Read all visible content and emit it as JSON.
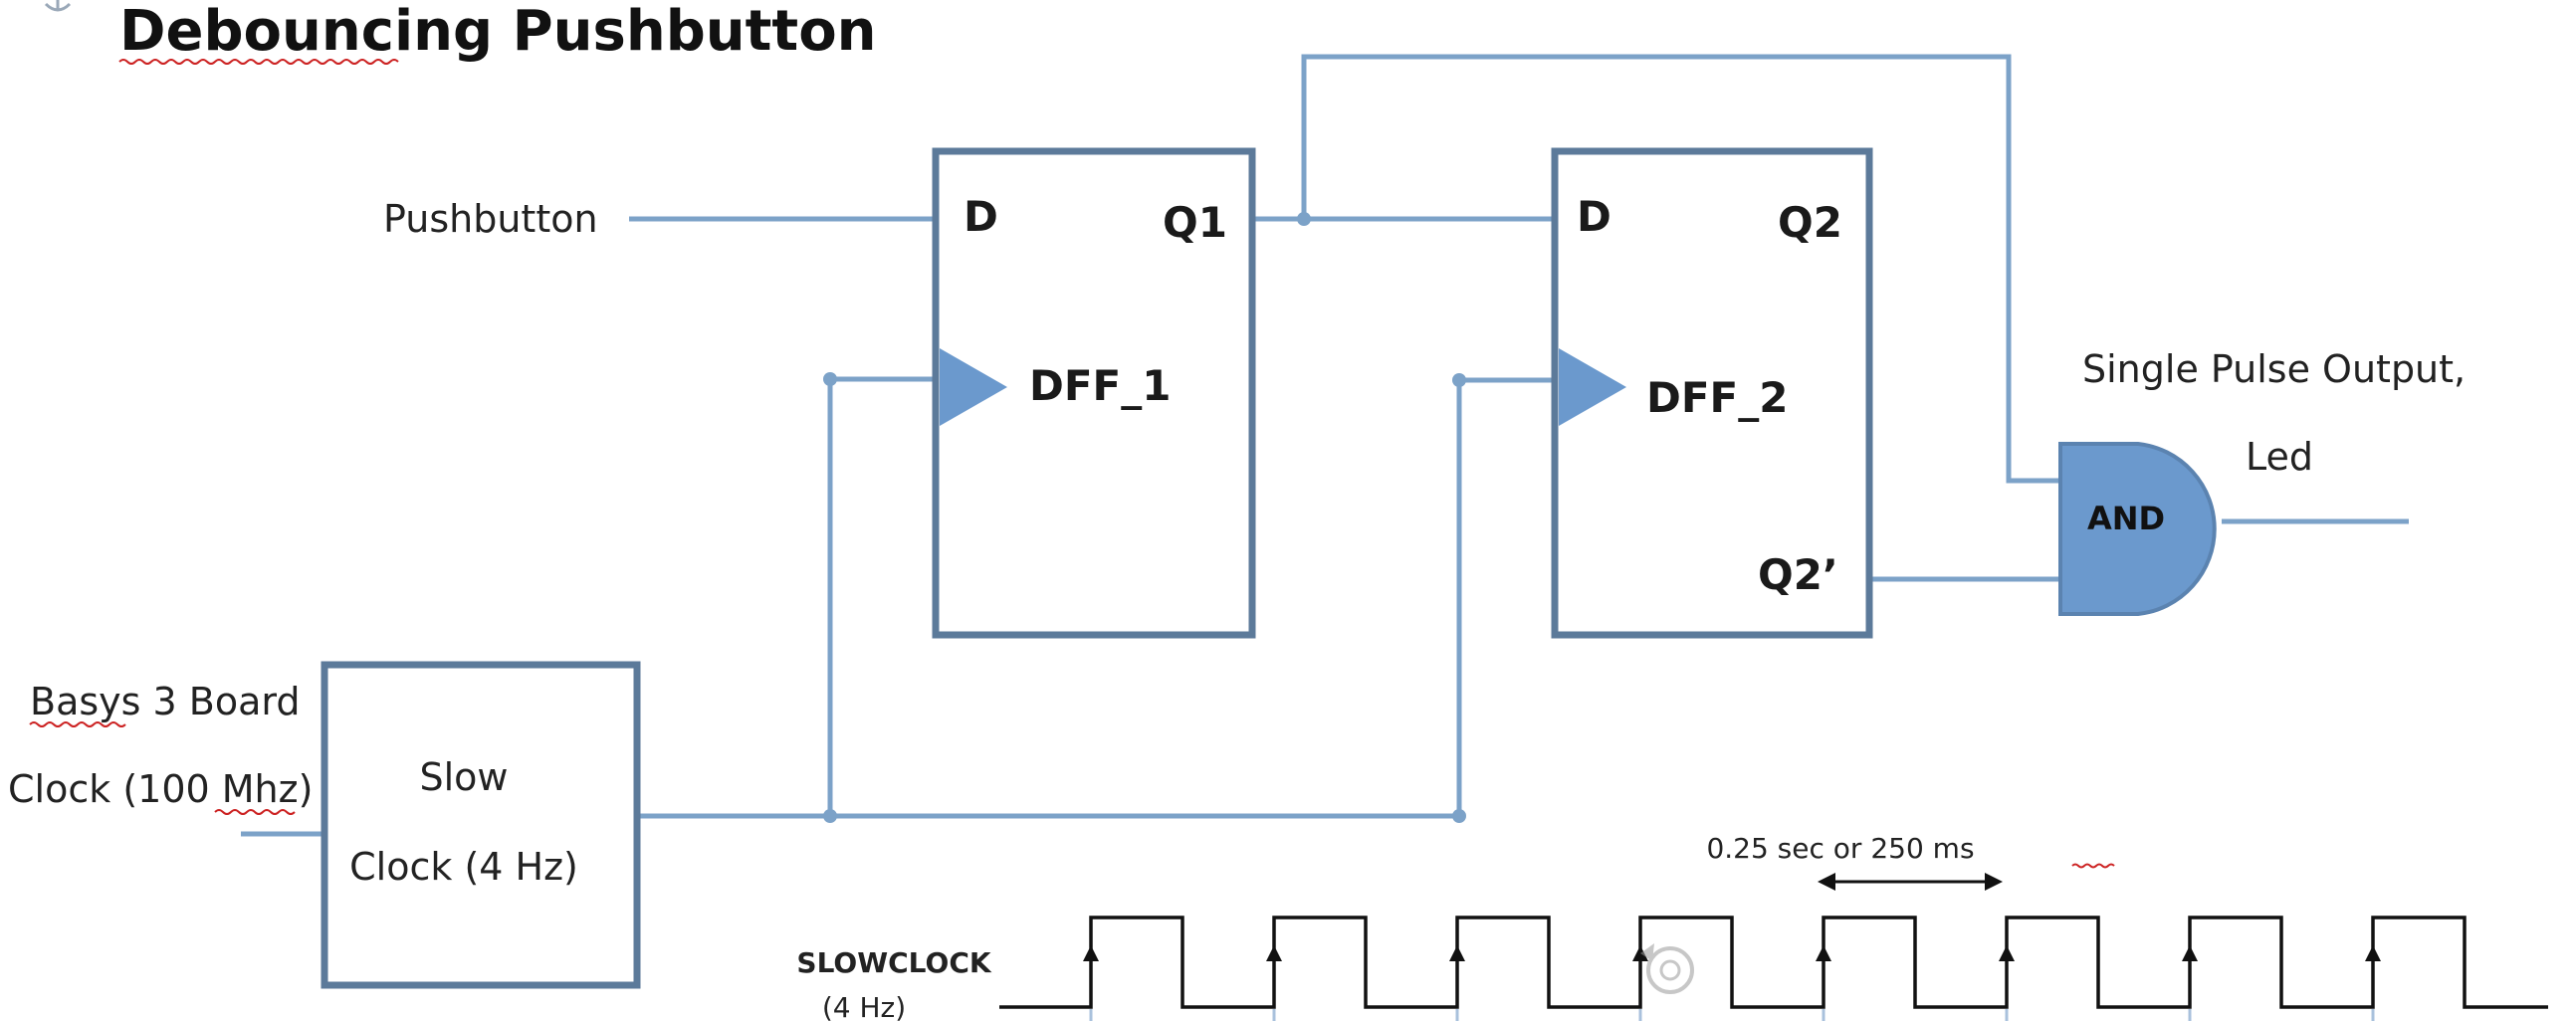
{
  "title": "Debouncing Pushbutton",
  "inputs": {
    "pushbutton": "Pushbutton",
    "board_clock_line1": "Basys 3 Board",
    "board_clock_line2": "Clock (100 Mhz)"
  },
  "slow_clock_block": {
    "line1": "Slow",
    "line2": "Clock (4 Hz)"
  },
  "dff1": {
    "d": "D",
    "q": "Q1",
    "name": "DFF_1"
  },
  "dff2": {
    "d": "D",
    "q": "Q2",
    "qbar": "Q2’",
    "name": "DFF_2"
  },
  "and_gate": {
    "label": "AND"
  },
  "output": {
    "line1": "Single Pulse Output,",
    "line2": "Led"
  },
  "timing": {
    "signal_name": "SLOWCLOCK",
    "signal_sub": "(4 Hz)",
    "period_label": "0.25 sec or 250 ms",
    "cycles": 8
  },
  "colors": {
    "wire": "#7ca2c8",
    "box": "#5c7a9a",
    "fill": "#6b99cd"
  }
}
